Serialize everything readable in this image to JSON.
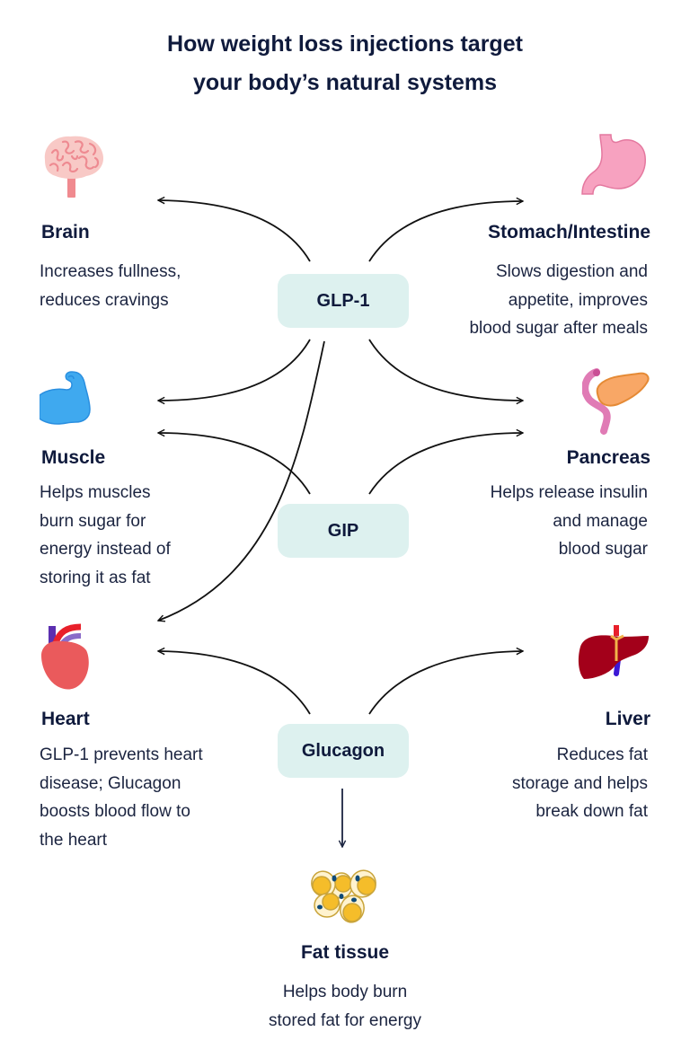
{
  "title": {
    "lines": [
      "How weight loss injections target",
      "your body’s natural systems"
    ]
  },
  "hormones": {
    "glp1": "GLP-1",
    "gip": "GIP",
    "glucagon": "Glucagon"
  },
  "organs": {
    "brain": {
      "name": "Brain",
      "icon": "brain-icon",
      "desc": [
        "Increases fullness,",
        "reduces cravings"
      ]
    },
    "stomach": {
      "name": "Stomach/Intestine",
      "icon": "stomach-icon",
      "desc": [
        "Slows digestion and",
        "appetite, improves",
        "blood sugar after meals"
      ]
    },
    "muscle": {
      "name": "Muscle",
      "icon": "muscle-icon",
      "desc": [
        "Helps muscles",
        "burn sugar for",
        "energy instead of",
        "storing it as fat"
      ]
    },
    "pancreas": {
      "name": "Pancreas",
      "icon": "pancreas-icon",
      "desc": [
        "Helps release insulin",
        "and manage",
        "blood sugar"
      ]
    },
    "heart": {
      "name": "Heart",
      "icon": "heart-icon",
      "desc": [
        "GLP-1 prevents heart",
        "disease; Glucagon",
        "boosts blood flow to",
        "the heart"
      ]
    },
    "liver": {
      "name": "Liver",
      "icon": "liver-icon",
      "desc": [
        "Reduces fat",
        "storage and helps",
        "break down fat"
      ]
    },
    "fat": {
      "name": "Fat tissue",
      "icon": "fat-cells-icon",
      "desc": [
        "Helps body burn",
        "stored fat for energy"
      ]
    }
  },
  "connections": [
    {
      "from": "GLP-1",
      "to": "Brain"
    },
    {
      "from": "GLP-1",
      "to": "Stomach/Intestine"
    },
    {
      "from": "GLP-1",
      "to": "Muscle"
    },
    {
      "from": "GLP-1",
      "to": "Pancreas"
    },
    {
      "from": "GLP-1",
      "to": "Heart"
    },
    {
      "from": "GIP",
      "to": "Muscle"
    },
    {
      "from": "GIP",
      "to": "Pancreas"
    },
    {
      "from": "Glucagon",
      "to": "Heart"
    },
    {
      "from": "Glucagon",
      "to": "Liver"
    },
    {
      "from": "Glucagon",
      "to": "Fat tissue"
    }
  ],
  "colors": {
    "text": "#0f1a3c",
    "hormone_box": "#ddf1ef",
    "arrow": "#111111"
  }
}
